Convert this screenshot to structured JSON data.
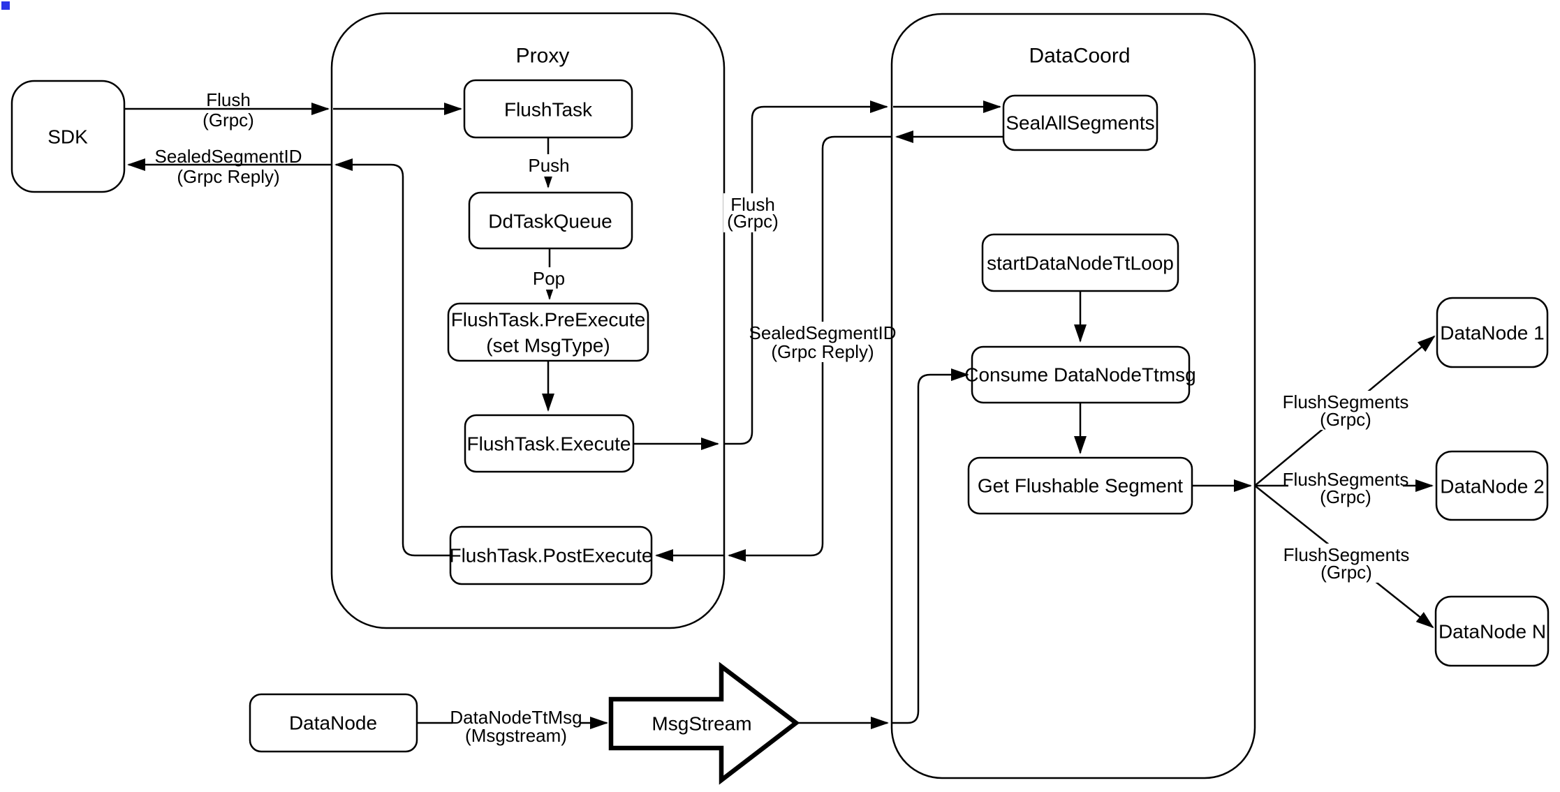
{
  "diagram": {
    "containers": {
      "proxy": "Proxy",
      "datacoord": "DataCoord"
    },
    "nodes": {
      "sdk": "SDK",
      "flush_task": "FlushTask",
      "dd_task_queue": "DdTaskQueue",
      "pre_execute_line1": "FlushTask.PreExecute",
      "pre_execute_line2": "(set MsgType)",
      "execute": "FlushTask.Execute",
      "post_execute": "FlushTask.PostExecute",
      "seal_all_segments": "SealAllSegments",
      "start_datanode_tt_loop": "startDataNodeTtLoop",
      "consume_datanode_ttmsg": "Consume DataNodeTtmsg",
      "get_flushable_segment": "Get Flushable Segment",
      "datanode_1": "DataNode 1",
      "datanode_2": "DataNode 2",
      "datanode_n": "DataNode N",
      "datanode": "DataNode",
      "msgstream": "MsgStream"
    },
    "edge_labels": {
      "flush_line1": "Flush",
      "flush_line2": "(Grpc)",
      "sealed_line1": "SealedSegmentID",
      "sealed_line2": "(Grpc Reply)",
      "push": "Push",
      "pop": "Pop",
      "flush_segments_line1": "FlushSegments",
      "flush_segments_line2": "(Grpc)",
      "datanode_ttmsg_line1": "DataNodeTtMsg",
      "datanode_ttmsg_line2": "(Msgstream)"
    },
    "colors": {
      "stroke": "#000000",
      "background": "#ffffff",
      "corner_artifact": "#2a35e8"
    }
  }
}
